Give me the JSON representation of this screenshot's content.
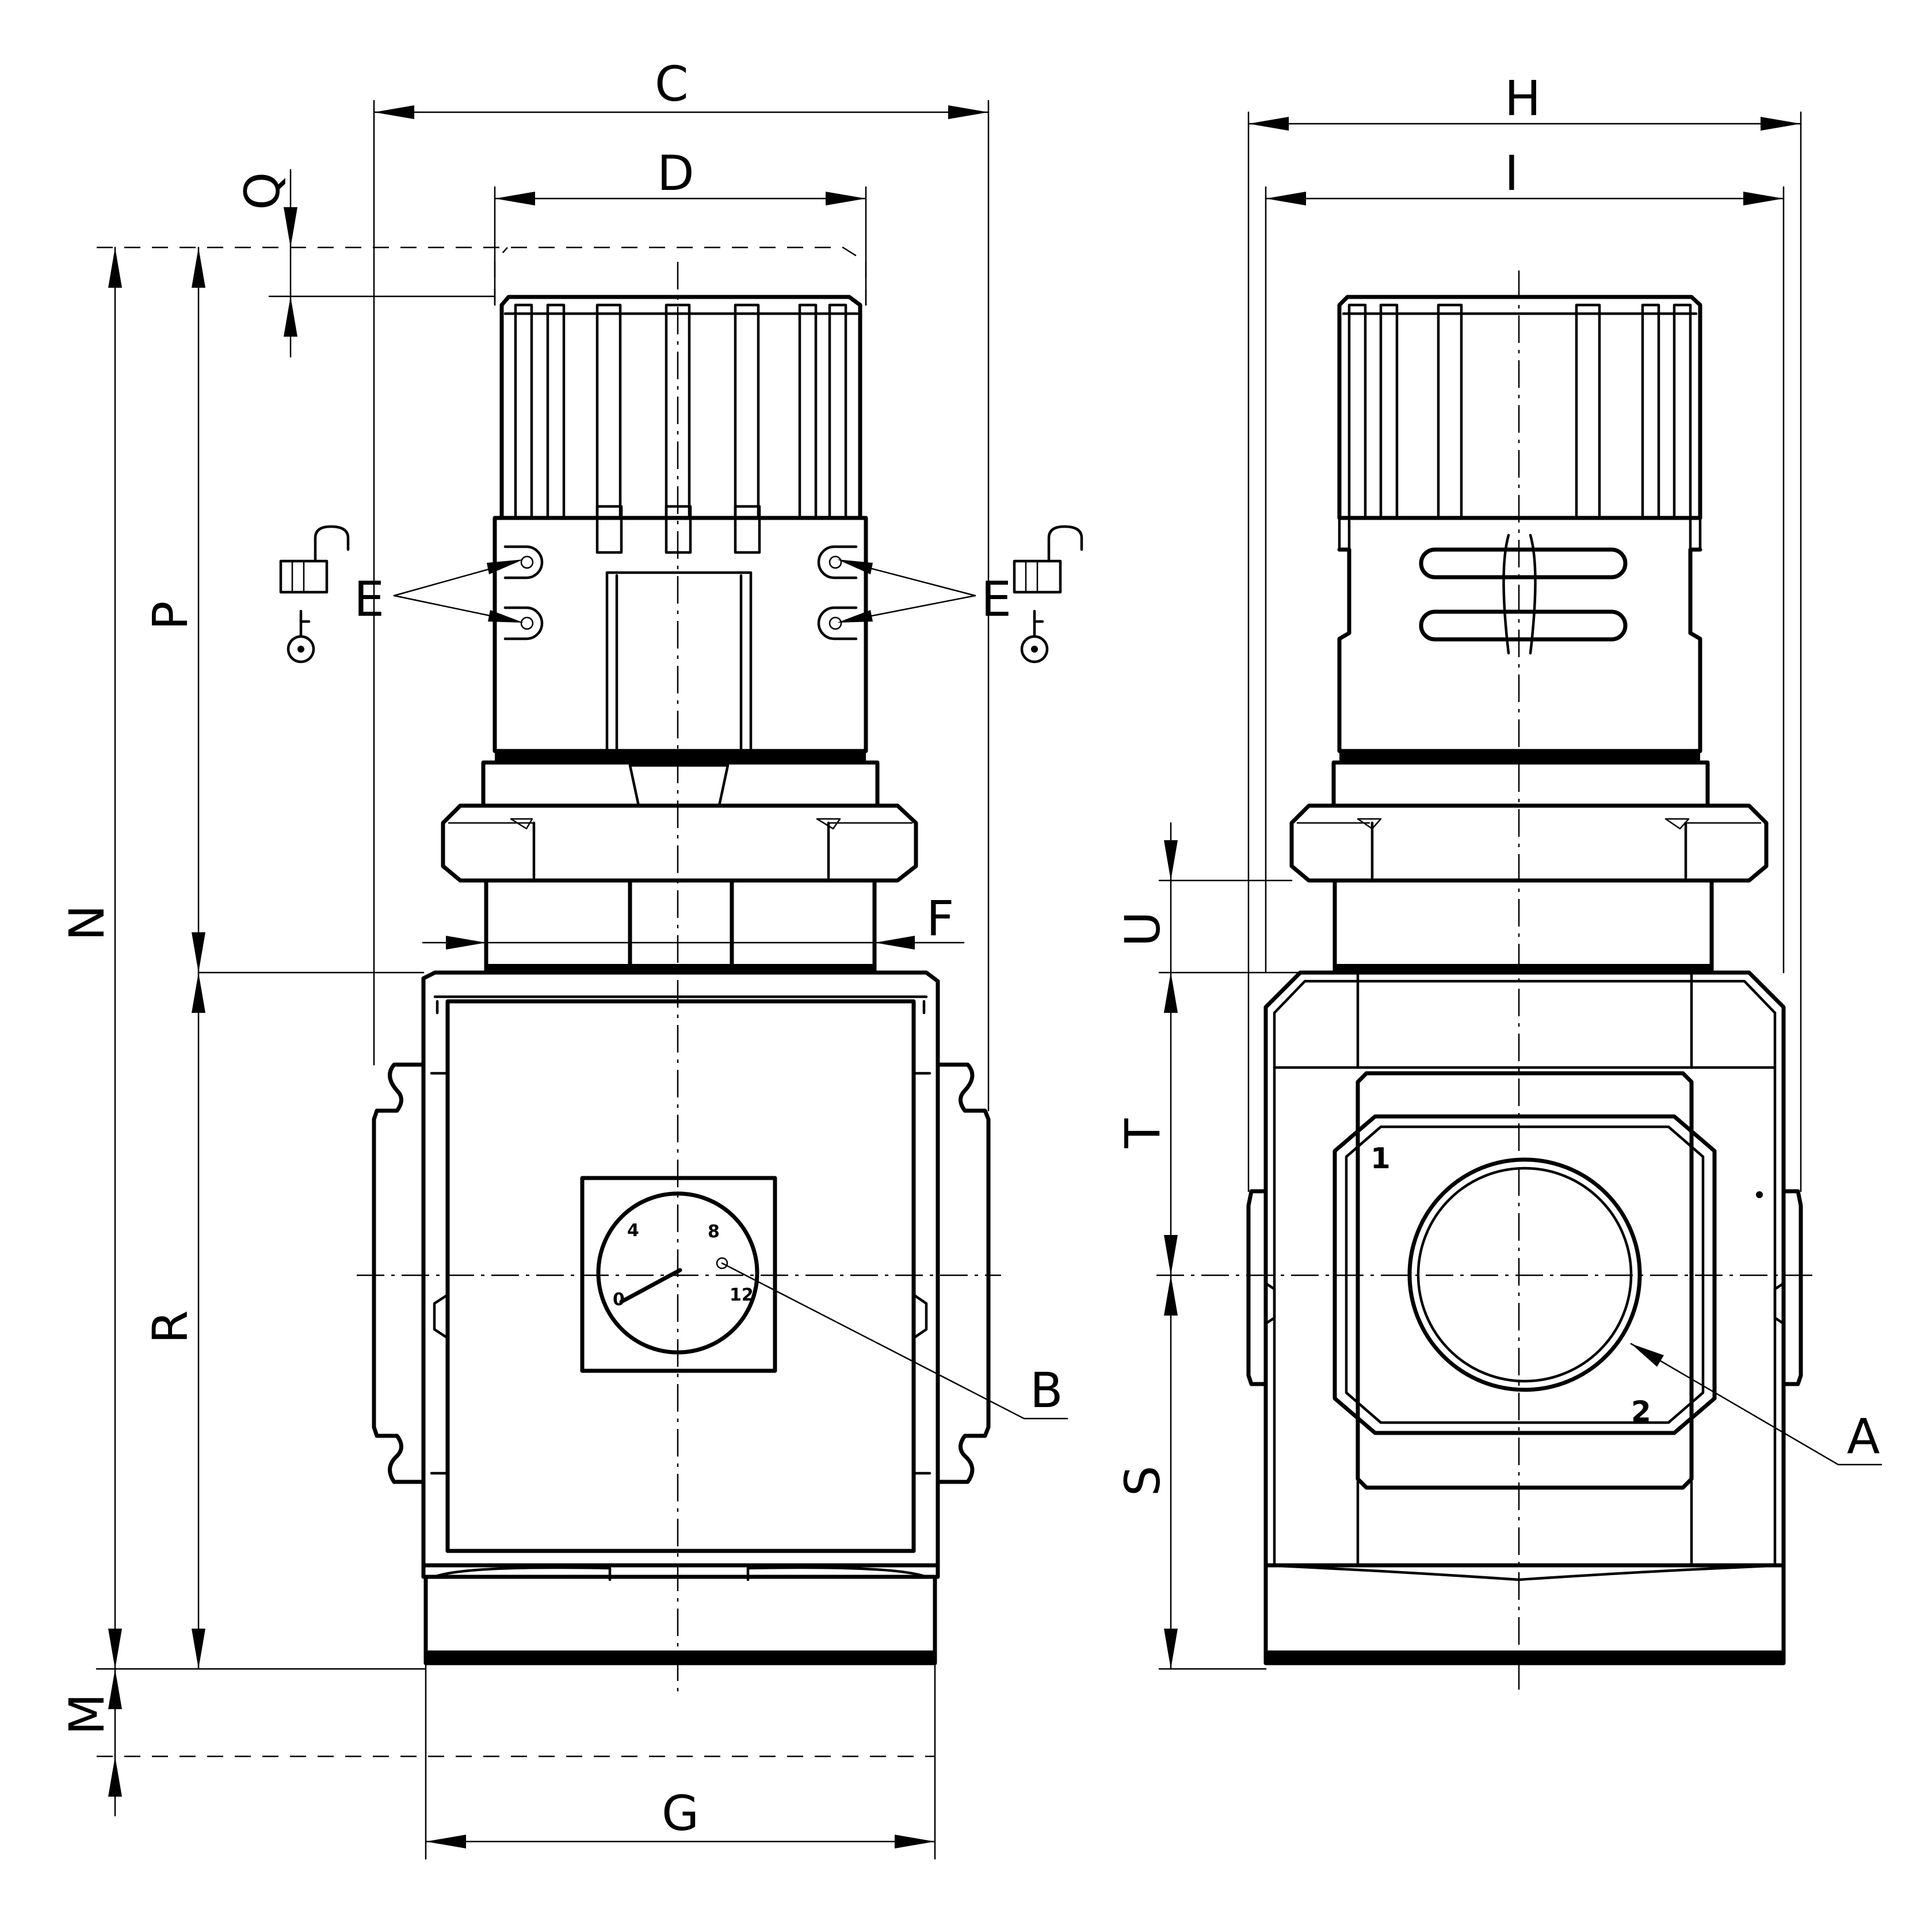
{
  "dimension_labels": {
    "C": "C",
    "D": "D",
    "Q": "Q",
    "P": "P",
    "N": "N",
    "R": "R",
    "M": "M",
    "G": "G",
    "E_left": "E",
    "E_right": "E",
    "F": "F",
    "B": "B",
    "H": "H",
    "I": "I",
    "U": "U",
    "T": "T",
    "S": "S",
    "A": "A"
  },
  "gauge_scale": {
    "mark_0": "0",
    "mark_4": "4",
    "mark_8": "8",
    "mark_12": "12"
  },
  "port_labels": {
    "inlet": "1",
    "outlet": "2"
  }
}
